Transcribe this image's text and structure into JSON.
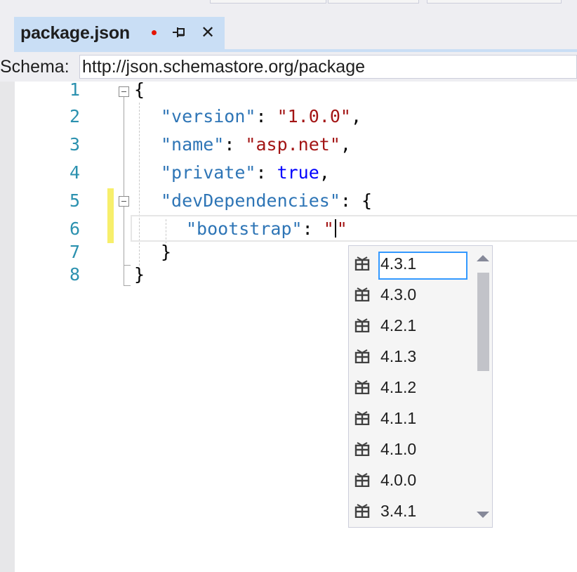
{
  "tab": {
    "title": "package.json",
    "modified": true,
    "close_glyph": "✕"
  },
  "schema": {
    "label": "Schema:",
    "value": "http://json.schemastore.org/package"
  },
  "editor": {
    "line_numbers": [
      "1",
      "2",
      "3",
      "4",
      "5",
      "6",
      "7",
      "8"
    ],
    "lines": {
      "l1_brace": "{",
      "l2_key": "\"version\"",
      "l2_colon": ": ",
      "l2_val": "\"1.0.0\"",
      "l2_comma": ",",
      "l3_key": "\"name\"",
      "l3_colon": ": ",
      "l3_val": "\"asp.net\"",
      "l3_comma": ",",
      "l4_key": "\"private\"",
      "l4_colon": ": ",
      "l4_val": "true",
      "l4_comma": ",",
      "l5_key": "\"devDependencies\"",
      "l5_rest": ": {",
      "l6_key": "\"bootstrap\"",
      "l6_colon": ": ",
      "l6_open": "\"",
      "l6_close": "\"",
      "l7_brace": "}",
      "l8_brace": "}"
    }
  },
  "completion": {
    "items": [
      {
        "label": "4.3.1",
        "icon": "package-icon",
        "selected": true
      },
      {
        "label": "4.3.0",
        "icon": "package-icon"
      },
      {
        "label": "4.2.1",
        "icon": "package-icon"
      },
      {
        "label": "4.1.3",
        "icon": "package-icon"
      },
      {
        "label": "4.1.2",
        "icon": "package-icon"
      },
      {
        "label": "4.1.1",
        "icon": "package-icon"
      },
      {
        "label": "4.1.0",
        "icon": "package-icon"
      },
      {
        "label": "4.0.0",
        "icon": "package-icon"
      },
      {
        "label": "3.4.1",
        "icon": "package-icon"
      }
    ]
  },
  "colors": {
    "tab_active": "#c9def5",
    "modified_dot": "#e51400",
    "line_number": "#2b91af",
    "json_key": "#2e75b6",
    "json_string": "#a31515",
    "json_keyword": "#0000ff",
    "change_marker": "#f7ef6b",
    "selection_border": "#3399ff"
  }
}
